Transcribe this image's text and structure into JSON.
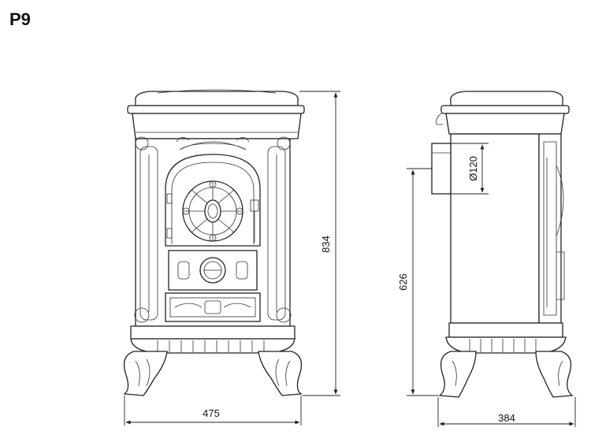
{
  "title": "P9",
  "dimensions": {
    "width_front": "475",
    "height_total": "834",
    "height_flue": "626",
    "depth_side": "384",
    "flue_diameter": "Ø120"
  }
}
